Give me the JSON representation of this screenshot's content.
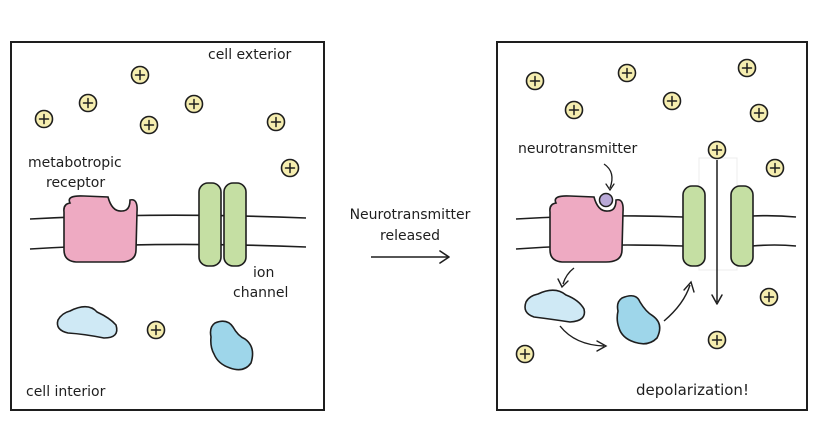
{
  "left_panel": {
    "label_exterior": "cell exterior",
    "label_receptor_line1": "metabotropic",
    "label_receptor_line2": "receptor",
    "label_channel_line1": "ion",
    "label_channel_line2": "channel",
    "label_interior": "cell interior"
  },
  "middle": {
    "caption_line1": "Neurotransmitter",
    "caption_line2": "released"
  },
  "right_panel": {
    "label_neurotransmitter": "neurotransmitter",
    "label_result": "depolarization!"
  },
  "ion_symbol": "+",
  "colors": {
    "ion_fill": "#f6eeb0",
    "receptor_fill": "#eeaac2",
    "channel_fill": "#c5dfa3",
    "g_protein_light": "#cfe9f5",
    "g_protein_dark": "#9ed6ea",
    "neurotransmitter_fill": "#b9a9d8",
    "outline": "#1e1e1e"
  },
  "icons": [
    "positive-ion-icon",
    "arrow-right-icon"
  ]
}
